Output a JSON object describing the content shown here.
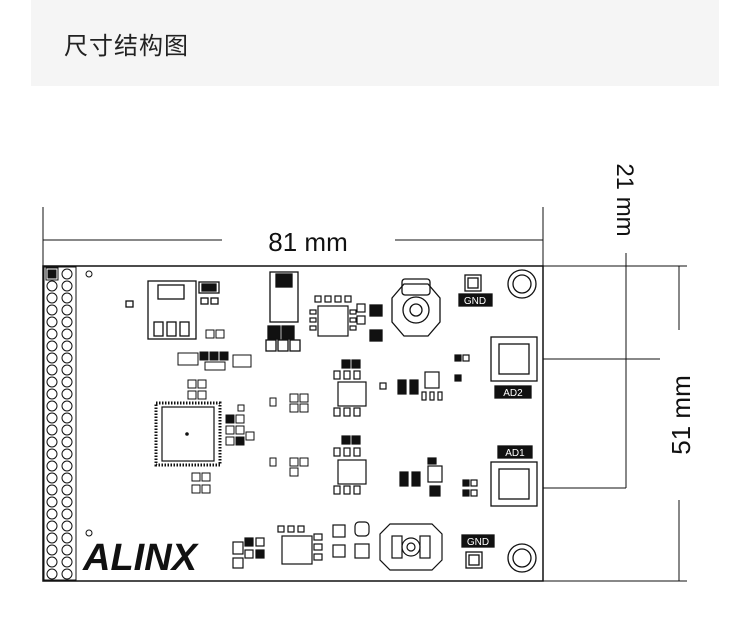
{
  "header": {
    "title": "尺寸结构图"
  },
  "dimensions": {
    "width_label": "81 mm",
    "height_label": "51 mm",
    "offset_label": "21 mm"
  },
  "board": {
    "logo": "ALINX",
    "connectors": {
      "gnd_top": "GND",
      "gnd_bottom": "GND",
      "ad1": "AD1",
      "ad2": "AD2"
    }
  },
  "colors": {
    "line": "#111111",
    "header_bg": "#f5f5f5",
    "text": "#222222"
  }
}
